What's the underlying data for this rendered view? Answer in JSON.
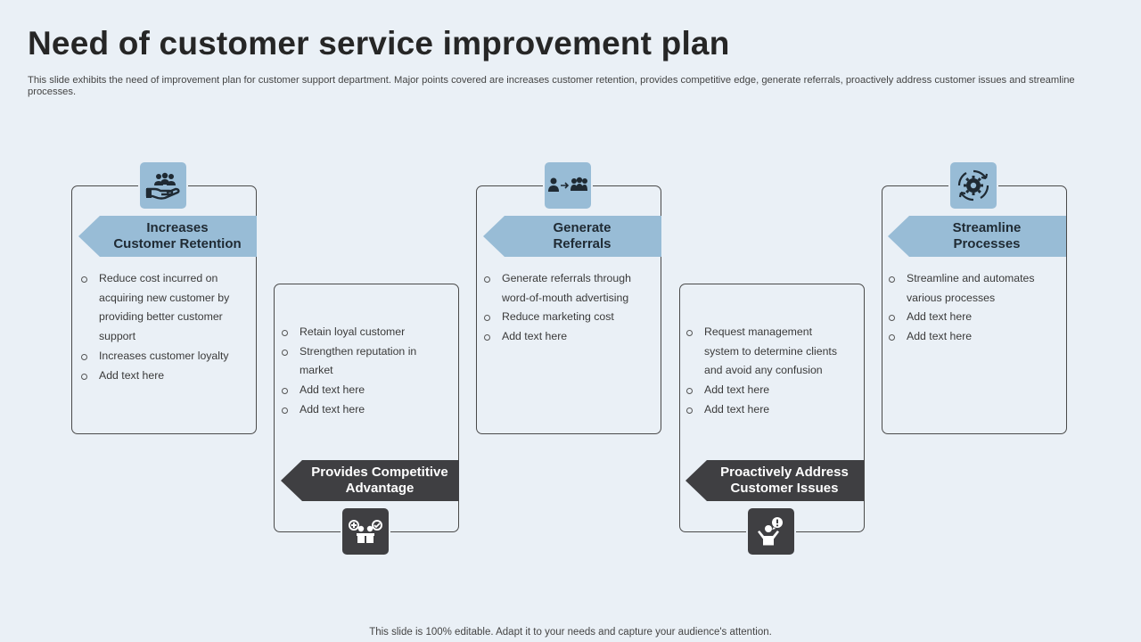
{
  "slide": {
    "title": "Need of customer service improvement plan",
    "subtitle": "This slide exhibits the need of improvement plan for customer support department. Major points covered are increases customer retention, provides competitive edge, generate referrals, proactively address customer issues and streamline processes.",
    "footer": "This slide is 100% editable. Adapt it to your needs and capture your audience's attention."
  },
  "cards": [
    {
      "heading": "Increases\nCustomer Retention",
      "icon": "hand-people-icon",
      "points": [
        "Reduce cost incurred on acquiring new customer by providing better customer support",
        "Increases customer loyalty",
        "Add text here"
      ]
    },
    {
      "heading": "Provides Competitive\nAdvantage",
      "icon": "people-comparison-icon",
      "points": [
        "Retain loyal customer",
        "Strengthen reputation in market",
        "Add text here",
        "Add text here"
      ]
    },
    {
      "heading": "Generate\nReferrals",
      "icon": "referral-group-icon",
      "points": [
        "Generate referrals through word-of-mouth advertising",
        "Reduce marketing cost",
        "Add text here"
      ]
    },
    {
      "heading": "Proactively Address\nCustomer Issues",
      "icon": "person-alert-icon",
      "points": [
        "Request management system to determine clients and avoid any confusion",
        "Add text here",
        "Add text here"
      ]
    },
    {
      "heading": "Streamline\nProcesses",
      "icon": "gear-cycle-icon",
      "points": [
        "Streamline and automates various processes",
        "Add text here",
        "Add text here"
      ]
    }
  ],
  "colors": {
    "background": "#eaf0f6",
    "accent_light": "#98bcd6",
    "accent_dark": "#3f3f42"
  }
}
